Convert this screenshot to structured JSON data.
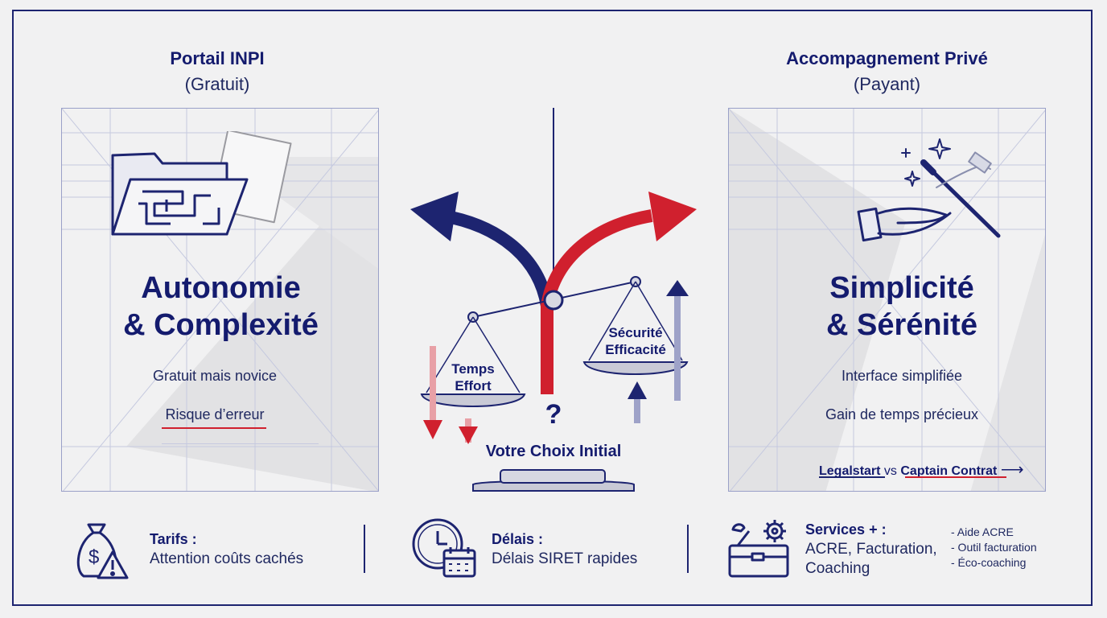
{
  "left": {
    "title": "Portail INPI",
    "subtitle": "(Gratuit)",
    "heading_line1": "Autonomie",
    "heading_line2": "& Complexité",
    "line1": "Gratuit mais novice",
    "line2": "Risque d’erreur"
  },
  "right": {
    "title": "Accompagnement Privé",
    "subtitle": "(Payant)",
    "heading_line1": "Simplicité",
    "heading_line2": "& Sérénité",
    "line1": "Interface simplifiée",
    "line2": "Gain de temps précieux",
    "link_a": "Legalstart",
    "link_vs": "vs",
    "link_b": "Captain Contrat"
  },
  "center": {
    "scale_left_line1": "Temps",
    "scale_left_line2": "Effort",
    "scale_right_line1": "Sécurité",
    "scale_right_line2": "Efficacité",
    "question": "?",
    "caption": "Votre Choix Initial"
  },
  "footer": {
    "tarifs_label": "Tarifs :",
    "tarifs_text": "Attention coûts cachés",
    "delais_label": "Délais :",
    "delais_text": "Délais SIRET rapides",
    "services_label": "Services + :",
    "services_text1": "ACRE, Facturation,",
    "services_text2": "Coaching",
    "bullets": [
      "- Aide ACRE",
      "- Outil facturation",
      "- Éco-coaching"
    ]
  },
  "colors": {
    "navy": "#1d2470",
    "red": "#d0202e"
  }
}
